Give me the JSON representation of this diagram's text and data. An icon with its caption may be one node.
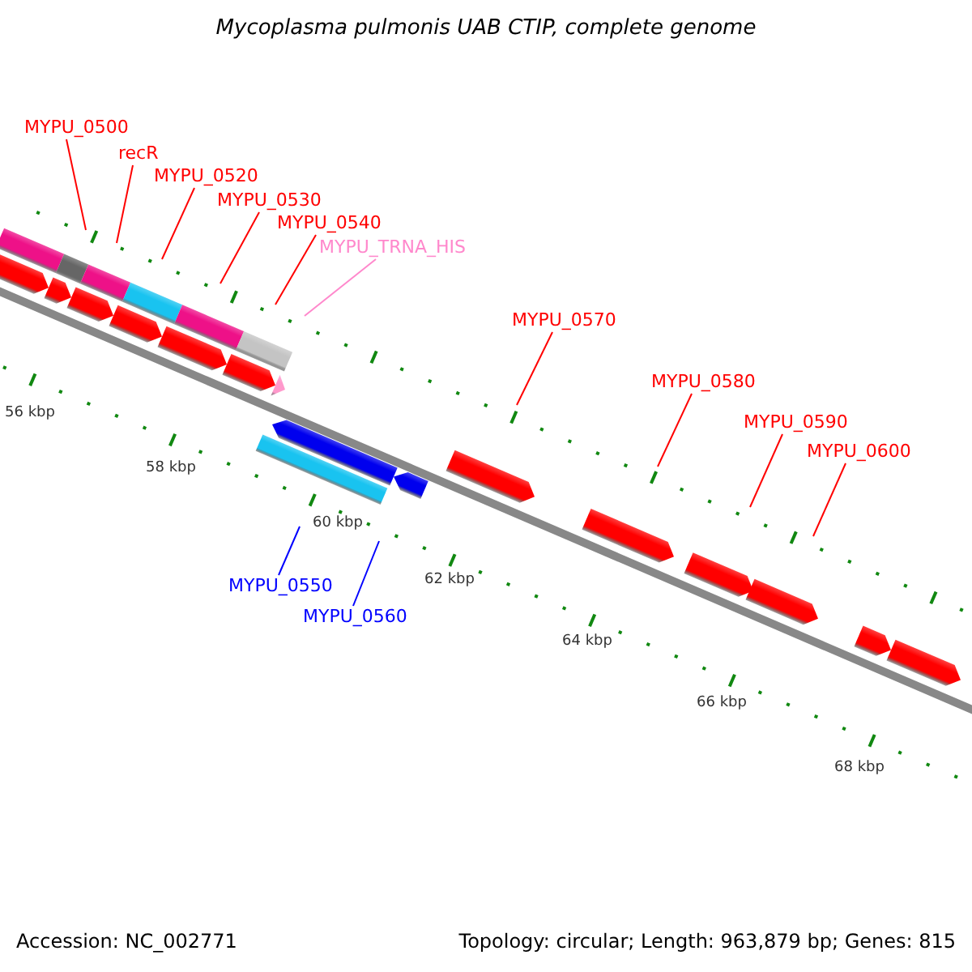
{
  "diagram": {
    "title": "Mycoplasma pulmonis UAB CTIP, complete genome",
    "nodes": [
      {
        "text": [
          "MYPU_0500"
        ]
      },
      {
        "text": [
          "recR"
        ]
      },
      {
        "text": [
          "MYPU_0520"
        ]
      },
      {
        "text": [
          "MYPU_0530"
        ]
      },
      {
        "text": [
          "MYPU_0540"
        ]
      },
      {
        "text": [
          "MYPU_TRNA_HIS"
        ]
      },
      {
        "text": [
          "MYPU_0570"
        ]
      },
      {
        "text": [
          "MYPU_0580"
        ]
      },
      {
        "text": [
          "MYPU_0590"
        ]
      },
      {
        "text": [
          "MYPU_0600"
        ]
      },
      {
        "text": [
          "MYPU_0550"
        ]
      },
      {
        "text": [
          "MYPU_0560"
        ]
      }
    ],
    "edges": [
      {
        "from": 0,
        "to": null,
        "arrow": "none"
      },
      {
        "from": 1,
        "to": null,
        "arrow": "none"
      },
      {
        "from": 2,
        "to": null,
        "arrow": "none"
      },
      {
        "from": 3,
        "to": null,
        "arrow": "none"
      },
      {
        "from": 4,
        "to": null,
        "arrow": "none"
      },
      {
        "from": 5,
        "to": null,
        "arrow": "none",
        "color": "#ff88cc"
      },
      {
        "from": 6,
        "to": null,
        "arrow": "none"
      },
      {
        "from": 7,
        "to": null,
        "arrow": "none"
      },
      {
        "from": 8,
        "to": null,
        "arrow": "none"
      },
      {
        "from": 9,
        "to": null,
        "arrow": "none"
      },
      {
        "from": 10,
        "to": null,
        "arrow": "none",
        "color": "#0000ff"
      },
      {
        "from": 11,
        "to": null,
        "arrow": "none",
        "color": "#0000ff"
      }
    ],
    "labels": [
      "56 kbp",
      "58 kbp",
      "60 kbp",
      "62 kbp",
      "64 kbp",
      "66 kbp",
      "68 kbp",
      "Accession: NC_002771",
      "Topology: circular; Length: 963,879 bp; Genes: 815"
    ]
  }
}
